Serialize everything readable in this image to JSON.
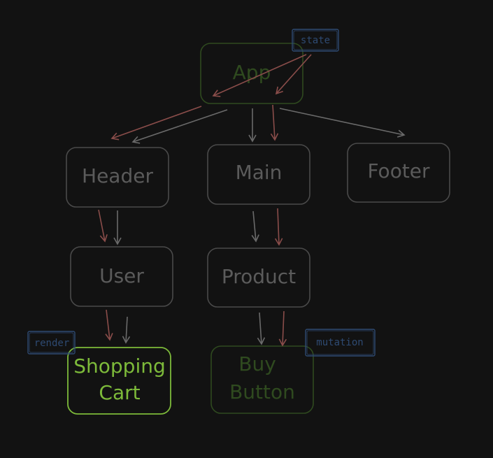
{
  "nodes": {
    "app": {
      "label": "App"
    },
    "header": {
      "label": "Header"
    },
    "main": {
      "label": "Main"
    },
    "footer": {
      "label": "Footer"
    },
    "user": {
      "label": "User"
    },
    "product": {
      "label": "Product"
    },
    "cart_line1": "Shopping",
    "cart_line2": "Cart",
    "buy_line1": "Buy",
    "buy_line2": "Button"
  },
  "tags": {
    "state": "state",
    "render": "render",
    "mutation": "mutation"
  },
  "colors": {
    "background": "#121212",
    "node_border": "#4a4a4a",
    "node_text": "#5b5b5b",
    "gray_arrow": "#6a6a6a",
    "red_arrow": "#8a4d4a",
    "tag_blue": "#2e4a72",
    "app_green": "#2f4a1f",
    "cart_green": "#7dba3a",
    "buy_green": "#2f4a1f"
  }
}
